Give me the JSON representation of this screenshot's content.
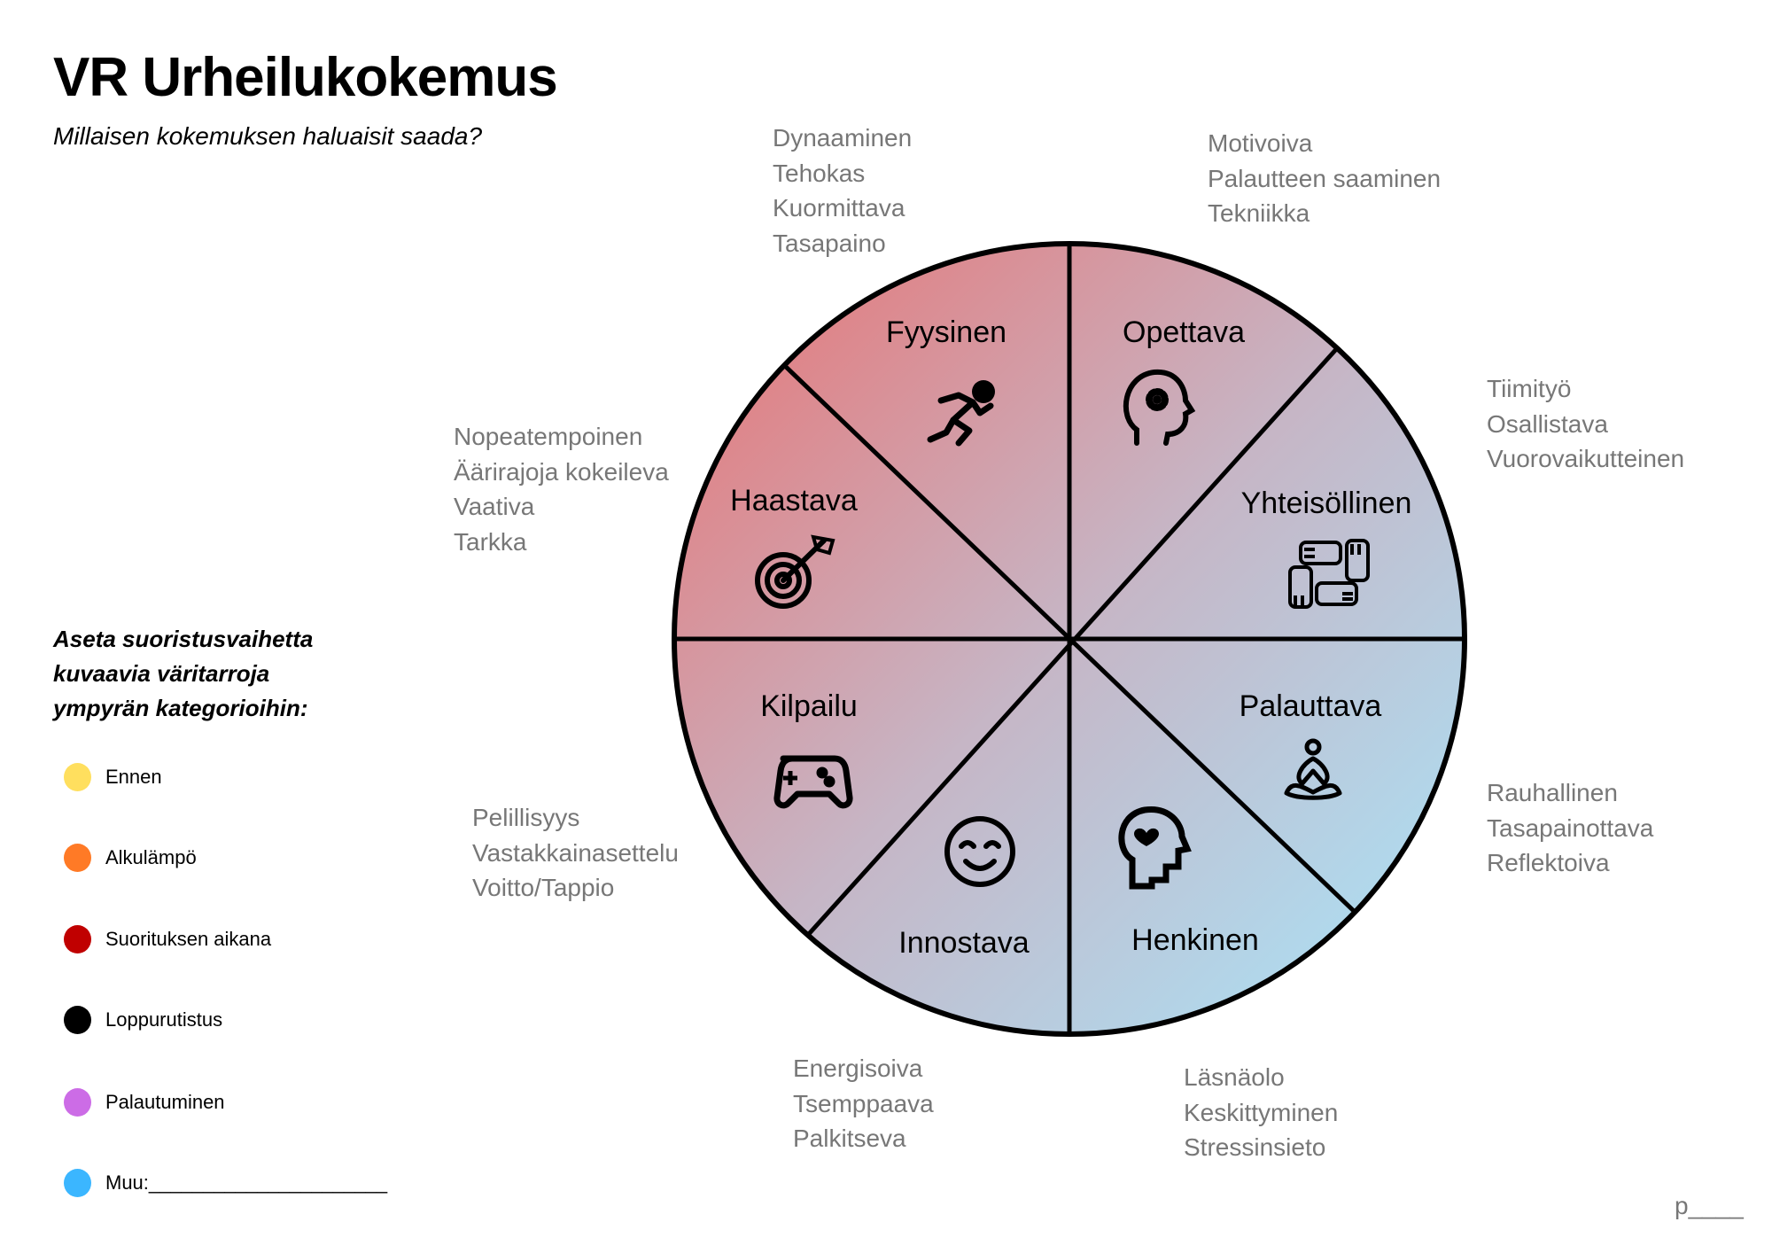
{
  "title": "VR Urheilukokemus",
  "subtitle": "Millaisen kokemuksen haluaisit saada?",
  "wheel": {
    "segments": [
      {
        "label": "Fyysinen",
        "icon": "runner-icon",
        "words": [
          "Dynaaminen",
          "Tehokas",
          "Kuormittava",
          "Tasapaino"
        ]
      },
      {
        "label": "Opettava",
        "icon": "head-gear-icon",
        "words": [
          "Motivoiva",
          "Palautteen saaminen",
          "Tekniikka"
        ]
      },
      {
        "label": "Yhteisöllinen",
        "icon": "teamwork-hands-icon",
        "words": [
          "Tiimityö",
          "Osallistava",
          "Vuorovaikutteinen"
        ]
      },
      {
        "label": "Palauttava",
        "icon": "meditation-icon",
        "words": [
          "Rauhallinen",
          "Tasapainottava",
          "Reflektoiva"
        ]
      },
      {
        "label": "Henkinen",
        "icon": "head-heart-icon",
        "words": [
          "Läsnäolo",
          "Keskittyminen",
          "Stressinsieto"
        ]
      },
      {
        "label": "Innostava",
        "icon": "smiley-icon",
        "words": [
          "Energisoiva",
          "Tsemppaava",
          "Palkitseva"
        ]
      },
      {
        "label": "Kilpailu",
        "icon": "gamepad-icon",
        "words": [
          "Pelillisyys",
          "Vastakkainasettelu",
          "Voitto/Tappio"
        ]
      },
      {
        "label": "Haastava",
        "icon": "target-icon",
        "words": [
          "Nopeatempoinen",
          "Äärirajoja kokeileva",
          "Vaativa",
          "Tarkka"
        ]
      }
    ],
    "gradient": {
      "start": "#e87272",
      "mid": "#c6b6c6",
      "end": "#a8e6fb"
    }
  },
  "legend": {
    "heading": [
      "Aseta suoristusvaihetta",
      "kuvaavia väritarroja",
      "ympyrän kategorioihin:"
    ],
    "items": [
      {
        "label": "Ennen",
        "color": "#ffdf5e"
      },
      {
        "label": "Alkulämpö",
        "color": "#ff7a26"
      },
      {
        "label": "Suorituksen aikana",
        "color": "#c00000"
      },
      {
        "label": "Loppurutistus",
        "color": "#000000"
      },
      {
        "label": "Palautuminen",
        "color": "#cc6ce6"
      },
      {
        "label": "Muu:______________________",
        "color": "#3bb6ff"
      }
    ]
  },
  "page_number": "p____"
}
